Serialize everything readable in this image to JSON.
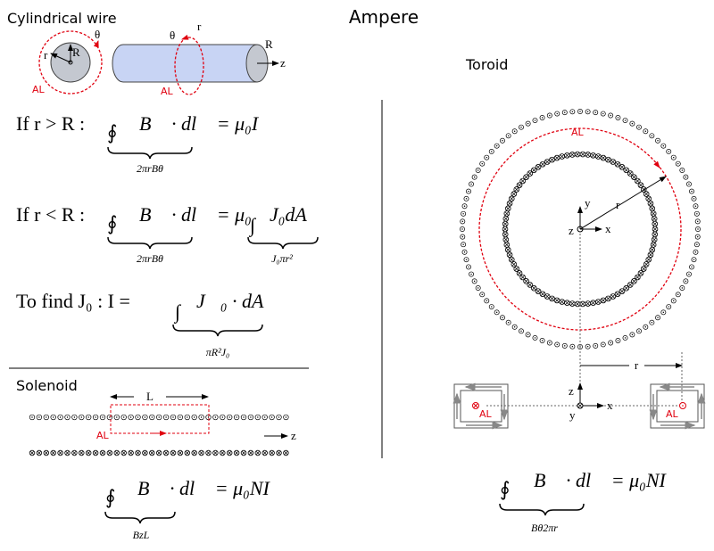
{
  "title": "Ampere",
  "wire": {
    "title": "Cylindrical wire",
    "labels": {
      "r": "r",
      "R": "R",
      "theta": "θ",
      "al": "AL",
      "z": "z"
    },
    "eq1": {
      "cond": "If r > R :",
      "integral": "∮",
      "body": "B⃗ · dl⃗ = μ₀I",
      "brace": "2πrBθ"
    },
    "eq2": {
      "cond": "If r < R :",
      "integral": "∮",
      "body": "B⃗ · dl⃗ = μ₀",
      "integral2": "∫",
      "body2": "J₀dA",
      "brace": "2πrBθ",
      "brace2": "J₀πr²"
    },
    "eq3": {
      "cond": "To find J₀ :  I =",
      "integral": "∫",
      "body": "J⃗₀ · dA⃗",
      "brace": "πR²J₀"
    }
  },
  "solenoid": {
    "title": "Solenoid",
    "labels": {
      "L": "L",
      "al": "AL",
      "z": "z"
    },
    "eq": {
      "integral": "∮",
      "body": "B⃗ · dl⃗ = μ₀NI",
      "brace": "BzL"
    }
  },
  "toroid": {
    "title": "Toroid",
    "labels": {
      "al": "AL",
      "r": "r",
      "x": "x",
      "y": "y",
      "z": "z"
    },
    "eq": {
      "integral": "∮",
      "body": "B⃗ · dl⃗ = μ₀NI",
      "brace": "Bθ2πr"
    }
  },
  "colors": {
    "loop": "#e0000f",
    "wire_fill": "#c8d4f4",
    "cross_section": "#c4c8d0"
  }
}
